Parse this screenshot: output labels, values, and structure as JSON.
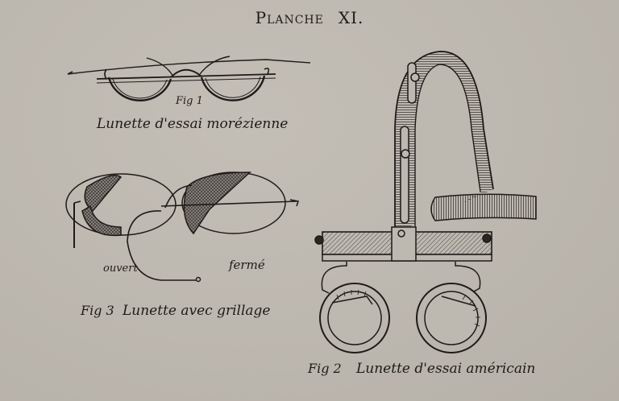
{
  "plate": {
    "title_word": "Planche",
    "title_number": "XI."
  },
  "figures": [
    {
      "id": "fig1",
      "label": "Fig 1",
      "caption": "Lunette d'essai morézienne"
    },
    {
      "id": "fig3",
      "label": "Fig 3",
      "caption": "Lunette avec grillage",
      "annotations": [
        "ouvert",
        "fermé"
      ]
    },
    {
      "id": "fig2",
      "label": "Fig 2",
      "caption": "Lunette d'essai américain"
    }
  ],
  "colors": {
    "paper": "#bdb8b0",
    "ink": "#1e1b18"
  }
}
